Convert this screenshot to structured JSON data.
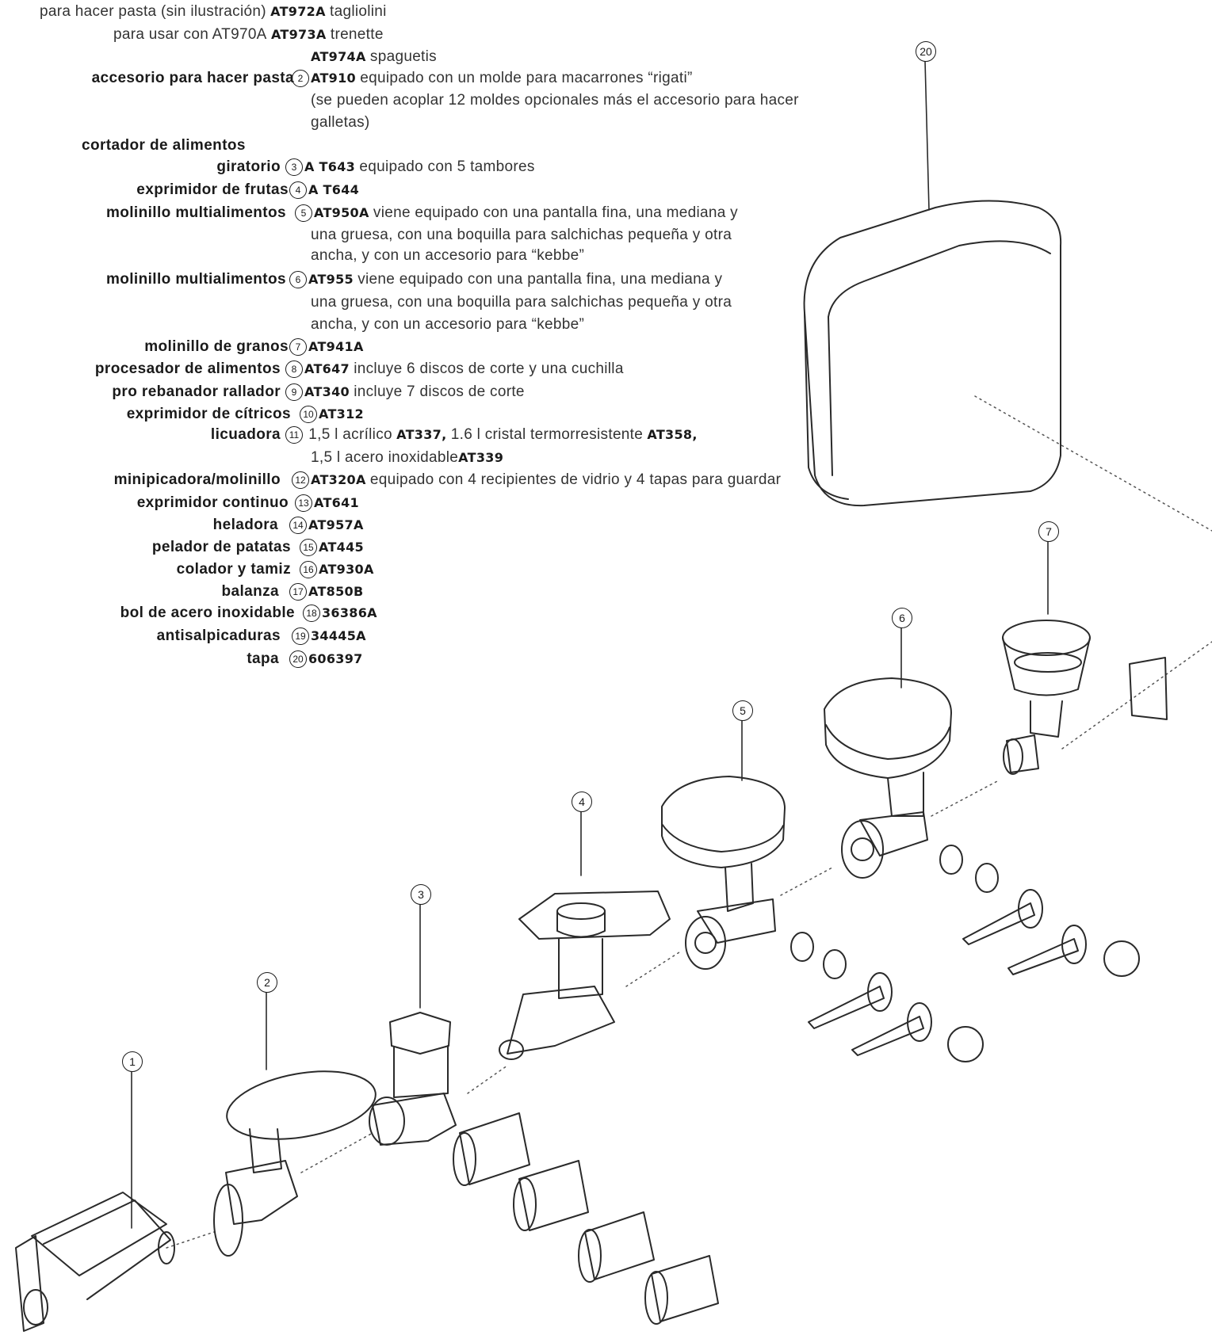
{
  "legend": {
    "pasta_line": {
      "label": "para hacer pasta (sin ilustración)",
      "code": "AT972A",
      "desc": "tagliolini"
    },
    "pasta_line2": {
      "label": "para usar con AT970A",
      "code": "AT973A",
      "desc": "trenette"
    },
    "pasta_line3": {
      "code": "AT974A",
      "desc": "spaguetis"
    },
    "items": [
      {
        "label": "accesorio para hacer pasta",
        "num": "2",
        "code": "AT910",
        "desc": "equipado con un molde para macarrones “rigati”",
        "desc2": "(se pueden acoplar 12 moldes opcionales más el accesorio para hacer",
        "desc3": "galletas)"
      },
      {
        "label": "cortador de alimentos",
        "label2": "giratorio",
        "num": "3",
        "code": "A T643",
        "desc": "equipado con 5 tambores"
      },
      {
        "label": "exprimidor de frutas",
        "num": "4",
        "code": "A T644"
      },
      {
        "label": "molinillo multialimentos",
        "num": "5",
        "code": "AT950A",
        "desc": "viene equipado con una pantalla fina, una mediana y",
        "desc2": "una gruesa, con una boquilla para salchichas pequeña y otra",
        "desc3": "ancha, y con un accesorio para “kebbe”"
      },
      {
        "label": "molinillo multialimentos",
        "num": "6",
        "code": "AT955",
        "desc": "viene equipado con una pantalla fina, una mediana y",
        "desc2": "una gruesa, con una boquilla para salchichas pequeña y otra",
        "desc3": "ancha, y con un accesorio para “kebbe”"
      },
      {
        "label": "molinillo de granos",
        "num": "7",
        "code": "AT941A"
      },
      {
        "label": "procesador de alimentos",
        "num": "8",
        "code": "AT647",
        "desc": "incluye 6 discos de corte y una cuchilla"
      },
      {
        "label": "pro rebanador rallador",
        "num": "9",
        "code": "AT340",
        "desc": "incluye 7 discos de corte"
      },
      {
        "label": "exprimidor de cítricos",
        "num": "10",
        "code": "AT312"
      },
      {
        "label": "licuadora",
        "num": "11",
        "desc": "1,5 l acrílico",
        "code": "AT337,",
        "desc_b": "1.6 l cristal termorresistente",
        "code_b": "AT358,",
        "desc2": "1,5 l acero inoxidable",
        "code2": "AT339"
      },
      {
        "label": "minipicadora/molinillo",
        "num": "12",
        "code": "AT320A",
        "desc": "equipado con 4 recipientes de vidrio y 4 tapas para guardar"
      },
      {
        "label": "exprimidor continuo",
        "num": "13",
        "code": "AT641"
      },
      {
        "label": "heladora",
        "num": "14",
        "code": "AT957A"
      },
      {
        "label": "pelador de patatas",
        "num": "15",
        "code": "AT445"
      },
      {
        "label": "colador y tamiz",
        "num": "16",
        "code": "AT930A"
      },
      {
        "label": "balanza",
        "num": "17",
        "code": "AT850B"
      },
      {
        "label": "bol de acero inoxidable",
        "num": "18",
        "code": "36386A"
      },
      {
        "label": "antisalpicaduras",
        "num": "19",
        "code": "34445A"
      },
      {
        "label": "tapa",
        "num": "20",
        "code": "606397"
      }
    ]
  },
  "callouts": [
    "1",
    "2",
    "3",
    "4",
    "5",
    "6",
    "7",
    "20"
  ]
}
